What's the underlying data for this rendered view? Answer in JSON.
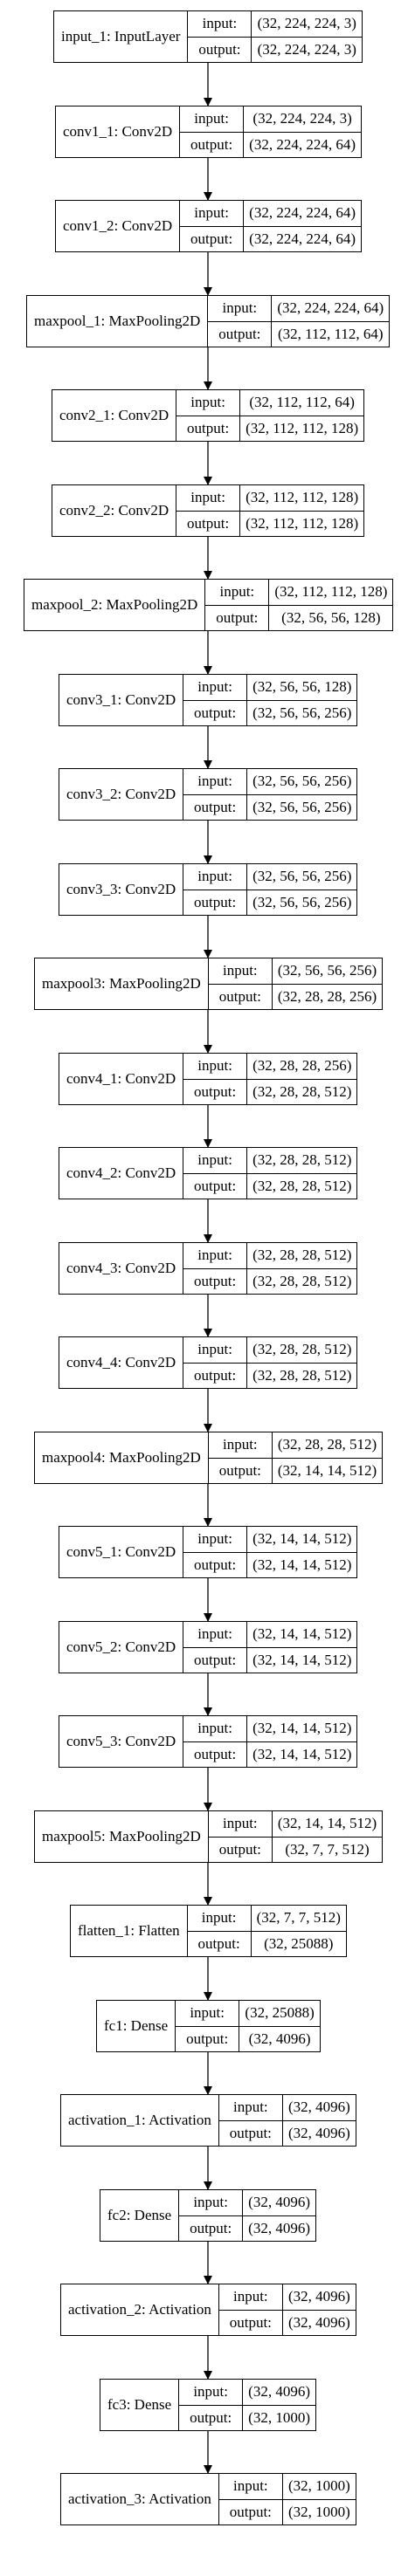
{
  "labels": {
    "input": "input:",
    "output": "output:"
  },
  "layers": [
    {
      "name": "input_1: InputLayer",
      "input": "(32, 224, 224, 3)",
      "output": "(32, 224, 224, 3)"
    },
    {
      "name": "conv1_1: Conv2D",
      "input": "(32, 224, 224, 3)",
      "output": "(32, 224, 224, 64)"
    },
    {
      "name": "conv1_2: Conv2D",
      "input": "(32, 224, 224, 64)",
      "output": "(32, 224, 224, 64)"
    },
    {
      "name": "maxpool_1: MaxPooling2D",
      "input": "(32, 224, 224, 64)",
      "output": "(32, 112, 112, 64)"
    },
    {
      "name": "conv2_1: Conv2D",
      "input": "(32, 112, 112, 64)",
      "output": "(32, 112, 112, 128)"
    },
    {
      "name": "conv2_2: Conv2D",
      "input": "(32, 112, 112, 128)",
      "output": "(32, 112, 112, 128)"
    },
    {
      "name": "maxpool_2: MaxPooling2D",
      "input": "(32, 112, 112, 128)",
      "output": "(32, 56, 56, 128)"
    },
    {
      "name": "conv3_1: Conv2D",
      "input": "(32, 56, 56, 128)",
      "output": "(32, 56, 56, 256)"
    },
    {
      "name": "conv3_2: Conv2D",
      "input": "(32, 56, 56, 256)",
      "output": "(32, 56, 56, 256)"
    },
    {
      "name": "conv3_3: Conv2D",
      "input": "(32, 56, 56, 256)",
      "output": "(32, 56, 56, 256)"
    },
    {
      "name": "maxpool3: MaxPooling2D",
      "input": "(32, 56, 56, 256)",
      "output": "(32, 28, 28, 256)"
    },
    {
      "name": "conv4_1: Conv2D",
      "input": "(32, 28, 28, 256)",
      "output": "(32, 28, 28, 512)"
    },
    {
      "name": "conv4_2: Conv2D",
      "input": "(32, 28, 28, 512)",
      "output": "(32, 28, 28, 512)"
    },
    {
      "name": "conv4_3: Conv2D",
      "input": "(32, 28, 28, 512)",
      "output": "(32, 28, 28, 512)"
    },
    {
      "name": "conv4_4: Conv2D",
      "input": "(32, 28, 28, 512)",
      "output": "(32, 28, 28, 512)"
    },
    {
      "name": "maxpool4: MaxPooling2D",
      "input": "(32, 28, 28, 512)",
      "output": "(32, 14, 14, 512)"
    },
    {
      "name": "conv5_1: Conv2D",
      "input": "(32, 14, 14, 512)",
      "output": "(32, 14, 14, 512)"
    },
    {
      "name": "conv5_2: Conv2D",
      "input": "(32, 14, 14, 512)",
      "output": "(32, 14, 14, 512)"
    },
    {
      "name": "conv5_3: Conv2D",
      "input": "(32, 14, 14, 512)",
      "output": "(32, 14, 14, 512)"
    },
    {
      "name": "maxpool5: MaxPooling2D",
      "input": "(32, 14, 14, 512)",
      "output": "(32, 7, 7, 512)"
    },
    {
      "name": "flatten_1: Flatten",
      "input": "(32, 7, 7, 512)",
      "output": "(32, 25088)"
    },
    {
      "name": "fc1: Dense",
      "input": "(32, 25088)",
      "output": "(32, 4096)"
    },
    {
      "name": "activation_1: Activation",
      "input": "(32, 4096)",
      "output": "(32, 4096)"
    },
    {
      "name": "fc2: Dense",
      "input": "(32, 4096)",
      "output": "(32, 4096)"
    },
    {
      "name": "activation_2: Activation",
      "input": "(32, 4096)",
      "output": "(32, 4096)"
    },
    {
      "name": "fc3: Dense",
      "input": "(32, 4096)",
      "output": "(32, 1000)"
    },
    {
      "name": "activation_3: Activation",
      "input": "(32, 1000)",
      "output": "(32, 1000)"
    }
  ]
}
